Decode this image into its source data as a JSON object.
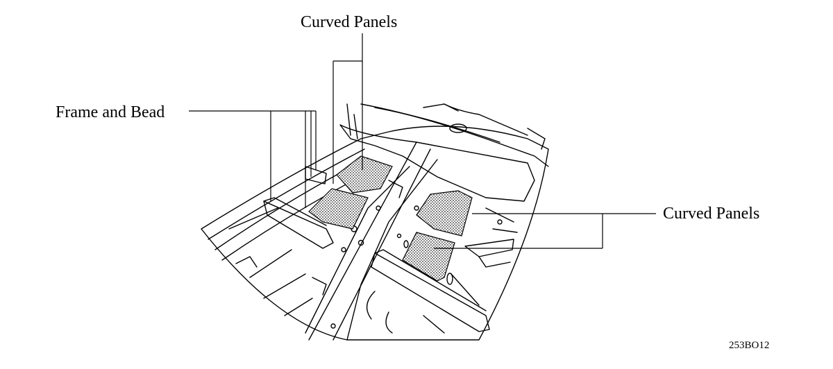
{
  "callouts": {
    "curved_panels_top": "Curved Panels",
    "frame_and_bead": "Frame and Bead",
    "curved_panels_right": "Curved Panels"
  },
  "figure_id": "253BO12",
  "colors": {
    "line": "#000000",
    "background": "#ffffff",
    "panel_hatch": "#8a8a8a"
  }
}
